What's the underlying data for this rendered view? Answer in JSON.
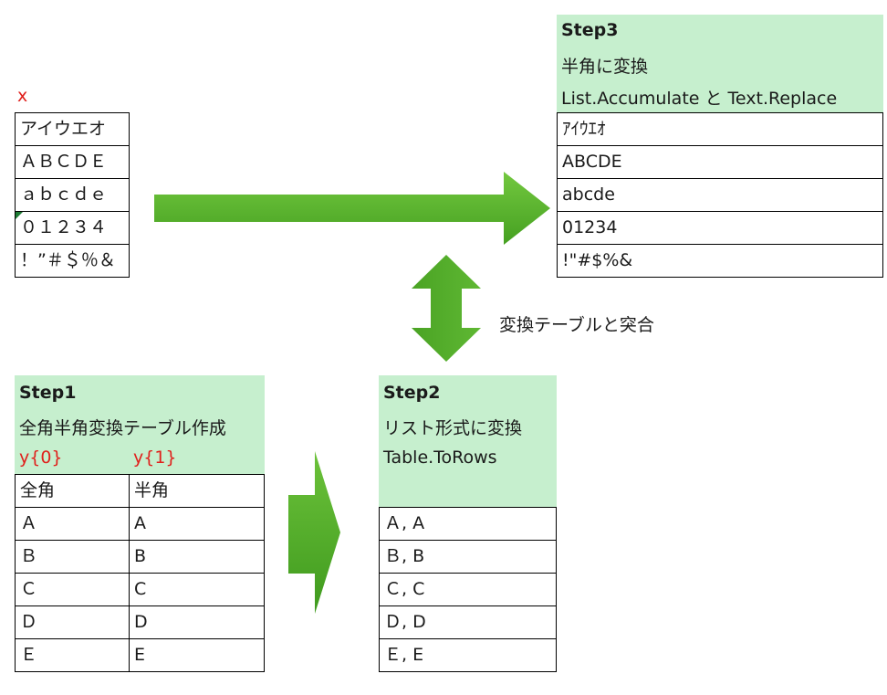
{
  "source_x": {
    "label": "x",
    "rows": [
      "アイウエオ",
      "ＡＢＣＤＥ",
      "ａｂｃｄｅ",
      "０１２３４",
      "！”＃＄％＆"
    ]
  },
  "step3": {
    "title": "Step3",
    "line1": "半角に変換",
    "line2": "List.Accumulate と Text.Replace",
    "rows": [
      "ｱｲｳｴｵ",
      "ABCDE",
      "abcde",
      "01234",
      "!\"#$%&"
    ]
  },
  "step1": {
    "title": "Step1",
    "line1": "全角半角変換テーブル作成",
    "col0_label": "y{0}",
    "col1_label": "y{1}",
    "table": [
      [
        "全角",
        "半角"
      ],
      [
        "Ａ",
        "A"
      ],
      [
        "Ｂ",
        "B"
      ],
      [
        "Ｃ",
        "C"
      ],
      [
        "Ｄ",
        "D"
      ],
      [
        "Ｅ",
        "E"
      ]
    ]
  },
  "step2": {
    "title": "Step2",
    "line1": "リスト形式に変換",
    "line2": "Table.ToRows",
    "rows": [
      "Ａ, A",
      "Ｂ, B",
      "Ｃ, C",
      "Ｄ, D",
      "Ｅ, E"
    ]
  },
  "compare_label": "変換テーブルと突合",
  "colors": {
    "header_fill": "#c6efce",
    "arrow_light": "#6cc23a",
    "arrow_dark": "#3f9a1e",
    "accent_red": "#e0201c"
  }
}
